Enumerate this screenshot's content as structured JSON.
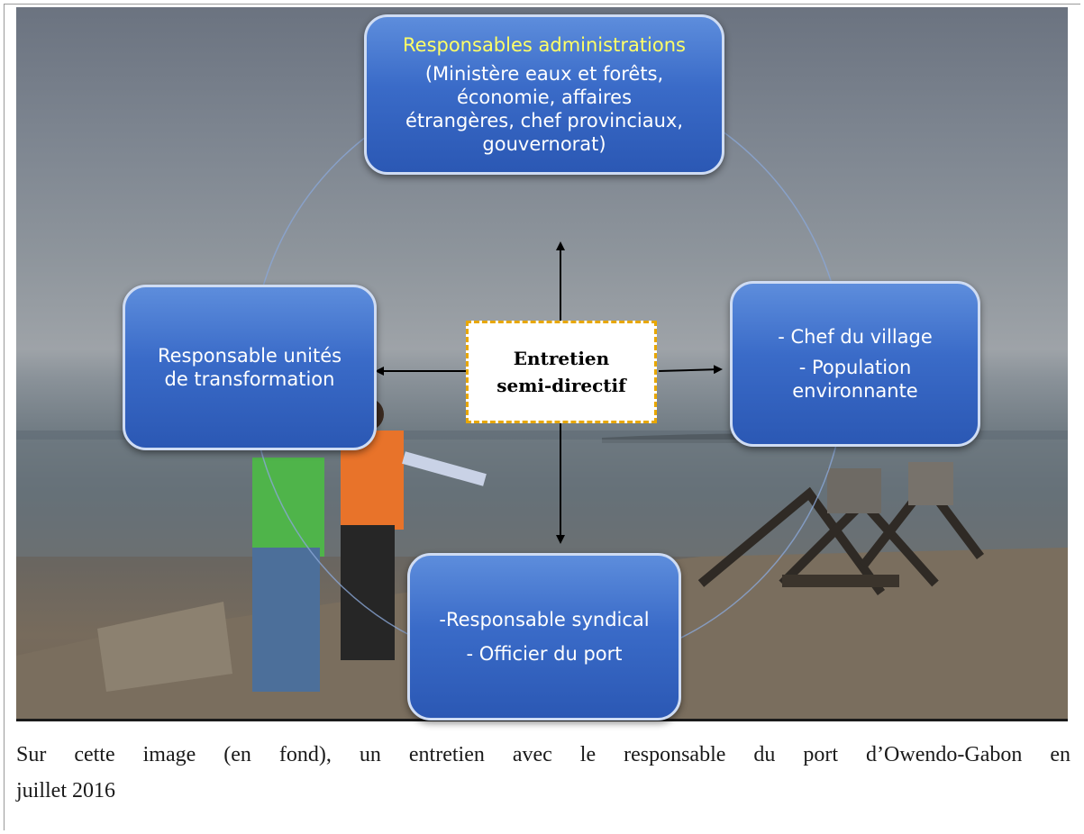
{
  "diagram": {
    "center": {
      "line1": "Entretien",
      "line2": "semi-directif"
    },
    "top": {
      "title": "Responsables administrations",
      "lines": [
        "(Ministère eaux et forêts,",
        "économie, affaires",
        "étrangères, chef provinciaux,",
        "gouvernorat)"
      ]
    },
    "left": {
      "lines": [
        "Responsable unités",
        "de transformation"
      ]
    },
    "right": {
      "lines": [
        "- Chef du village",
        "- Population",
        "environnante"
      ]
    },
    "bottom": {
      "lines": [
        "-Responsable syndical",
        "- Officier du port"
      ]
    }
  },
  "caption": {
    "line1": "Sur cette image (en fond), un entretien avec le responsable du port d’Owendo-Gabon en",
    "line2": "juillet 2016"
  },
  "colors": {
    "node_fill": "#3a6bc8",
    "node_title": "#ffff66",
    "center_border": "#e8a700",
    "arrow": "#000000"
  }
}
